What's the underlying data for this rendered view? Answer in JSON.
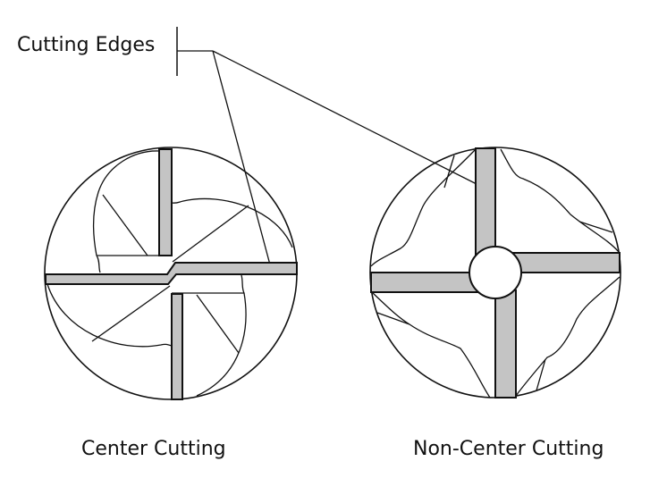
{
  "callout_label": "Cutting Edges",
  "captions": {
    "left": "Center Cutting",
    "right": "Non-Center Cutting"
  },
  "colors": {
    "edge_fill": "#c4c4c4",
    "stroke": "#111111"
  }
}
